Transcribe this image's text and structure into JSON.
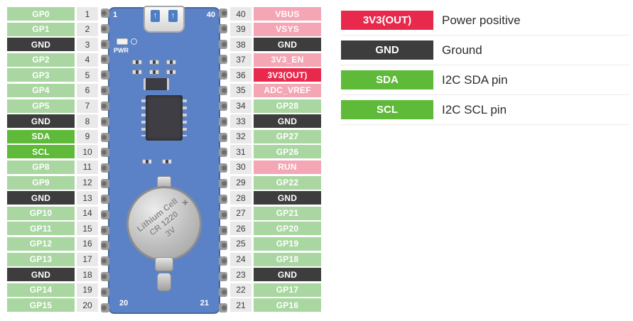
{
  "left_pins": [
    {
      "label": "GP0",
      "num": "1",
      "type": "gpio"
    },
    {
      "label": "GP1",
      "num": "2",
      "type": "gpio"
    },
    {
      "label": "GND",
      "num": "3",
      "type": "gnd"
    },
    {
      "label": "GP2",
      "num": "4",
      "type": "gpio"
    },
    {
      "label": "GP3",
      "num": "5",
      "type": "gpio"
    },
    {
      "label": "GP4",
      "num": "6",
      "type": "gpio"
    },
    {
      "label": "GP5",
      "num": "7",
      "type": "gpio"
    },
    {
      "label": "GND",
      "num": "8",
      "type": "gnd"
    },
    {
      "label": "SDA",
      "num": "9",
      "type": "i2c"
    },
    {
      "label": "SCL",
      "num": "10",
      "type": "i2c"
    },
    {
      "label": "GP8",
      "num": "11",
      "type": "gpio"
    },
    {
      "label": "GP9",
      "num": "12",
      "type": "gpio"
    },
    {
      "label": "GND",
      "num": "13",
      "type": "gnd"
    },
    {
      "label": "GP10",
      "num": "14",
      "type": "gpio"
    },
    {
      "label": "GP11",
      "num": "15",
      "type": "gpio"
    },
    {
      "label": "GP12",
      "num": "16",
      "type": "gpio"
    },
    {
      "label": "GP13",
      "num": "17",
      "type": "gpio"
    },
    {
      "label": "GND",
      "num": "18",
      "type": "gnd"
    },
    {
      "label": "GP14",
      "num": "19",
      "type": "gpio"
    },
    {
      "label": "GP15",
      "num": "20",
      "type": "gpio"
    }
  ],
  "right_pins": [
    {
      "label": "VBUS",
      "num": "40",
      "type": "power"
    },
    {
      "label": "VSYS",
      "num": "39",
      "type": "power"
    },
    {
      "label": "GND",
      "num": "38",
      "type": "gnd"
    },
    {
      "label": "3V3_EN",
      "num": "37",
      "type": "power"
    },
    {
      "label": "3V3(OUT)",
      "num": "36",
      "type": "power-out"
    },
    {
      "label": "ADC_VREF",
      "num": "35",
      "type": "power"
    },
    {
      "label": "GP28",
      "num": "34",
      "type": "gpio"
    },
    {
      "label": "GND",
      "num": "33",
      "type": "gnd"
    },
    {
      "label": "GP27",
      "num": "32",
      "type": "gpio"
    },
    {
      "label": "GP26",
      "num": "31",
      "type": "gpio"
    },
    {
      "label": "RUN",
      "num": "30",
      "type": "power"
    },
    {
      "label": "GP22",
      "num": "29",
      "type": "gpio"
    },
    {
      "label": "GND",
      "num": "28",
      "type": "gnd"
    },
    {
      "label": "GP21",
      "num": "27",
      "type": "gpio"
    },
    {
      "label": "GP20",
      "num": "26",
      "type": "gpio"
    },
    {
      "label": "GP19",
      "num": "25",
      "type": "gpio"
    },
    {
      "label": "GP18",
      "num": "24",
      "type": "gpio"
    },
    {
      "label": "GND",
      "num": "23",
      "type": "gnd"
    },
    {
      "label": "GP17",
      "num": "22",
      "type": "gpio"
    },
    {
      "label": "GP16",
      "num": "21",
      "type": "gpio"
    }
  ],
  "board": {
    "pwr_label": "PWR",
    "usb_arrow": "↑",
    "battery_plus": "+",
    "battery_lines": [
      "Lithium Cell",
      "CR 1220",
      "3V"
    ],
    "corner_pins": {
      "top_left": "1",
      "top_right": "40",
      "bottom_left": "20",
      "bottom_right": "21"
    }
  },
  "legend": [
    {
      "label": "3V3(OUT)",
      "type": "power-out",
      "description": "Power positive"
    },
    {
      "label": "GND",
      "type": "gnd",
      "description": "Ground"
    },
    {
      "label": "SDA",
      "type": "i2c",
      "description": "I2C SDA pin"
    },
    {
      "label": "SCL",
      "type": "i2c",
      "description": "I2C SCL pin"
    }
  ],
  "colors": {
    "gpio": "#a9d6a1",
    "i2c": "#5eba38",
    "gnd": "#3d3d3d",
    "power": "#f4a6b5",
    "power_out": "#e8294c",
    "num_bg": "#e9e9e9",
    "board_blue": "#5b82c6"
  }
}
